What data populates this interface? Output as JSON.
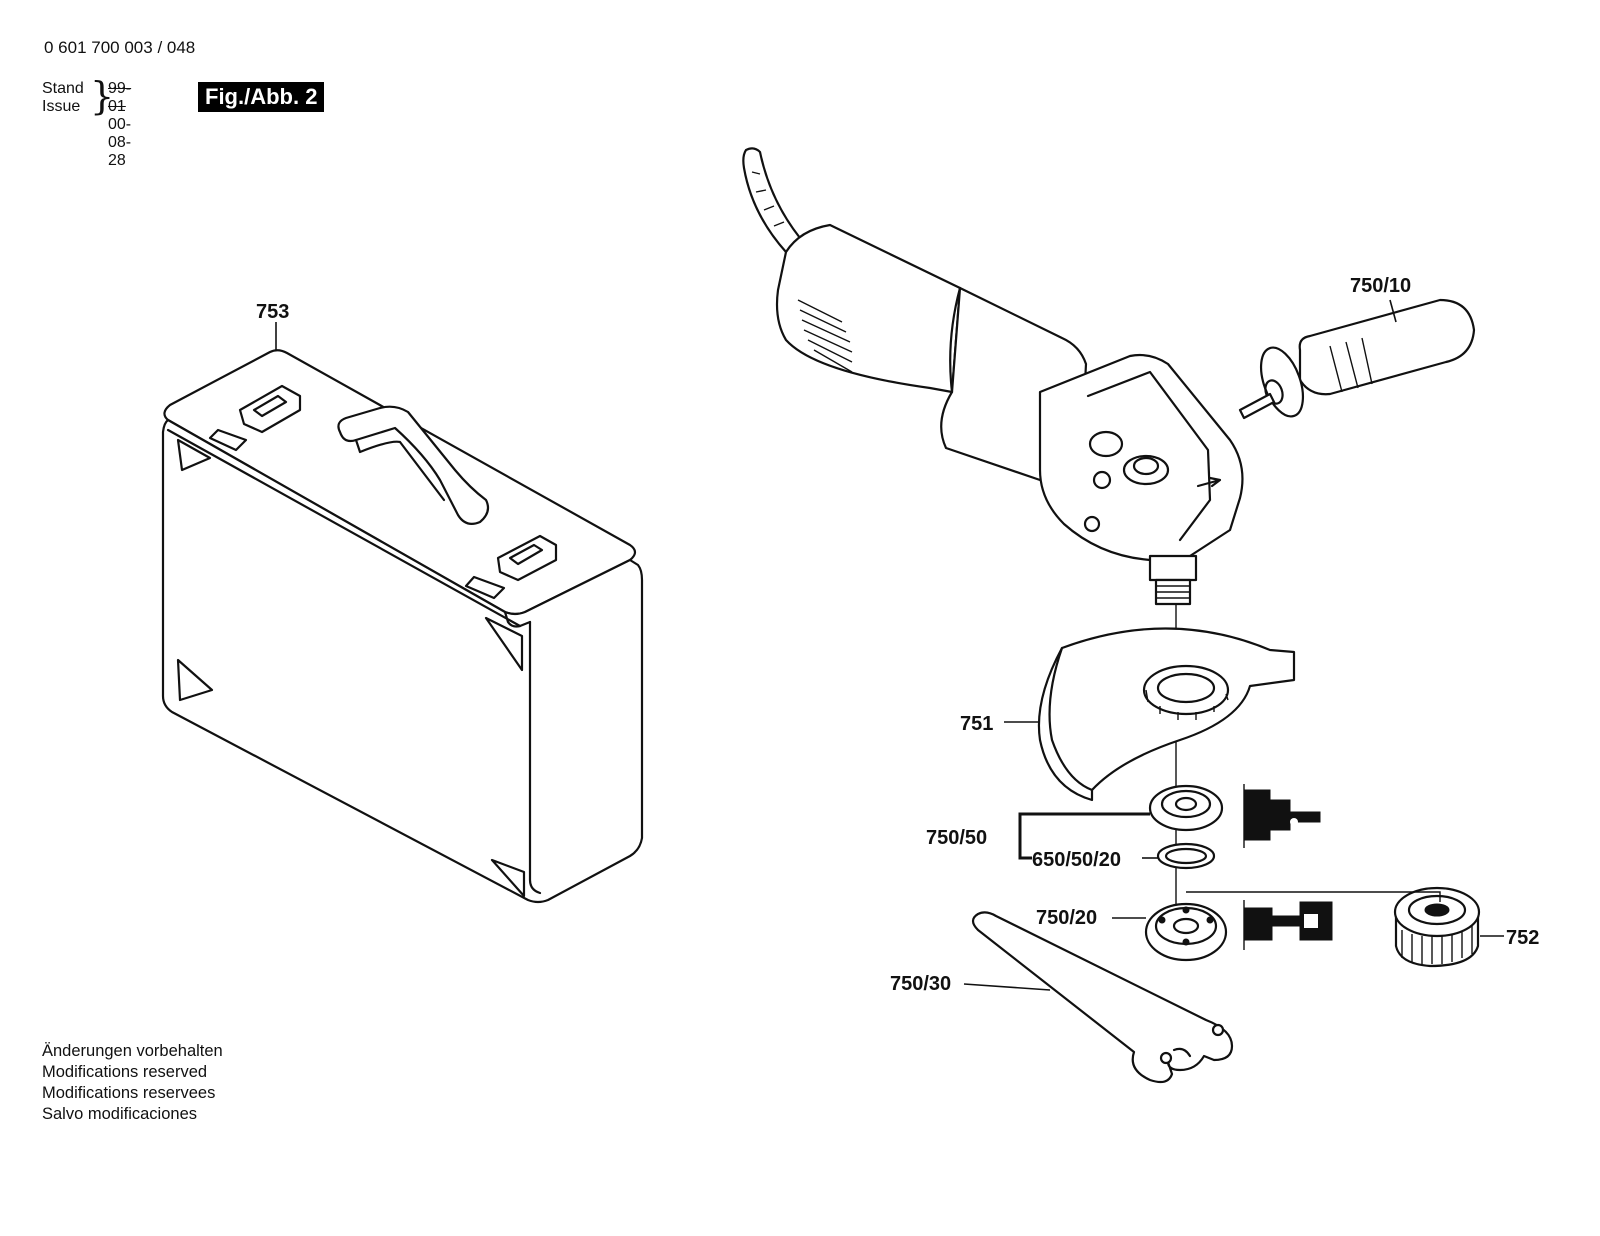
{
  "header": {
    "doc_number": "0 601 700 003 / 048",
    "stand_label": "Stand",
    "issue_label": "Issue",
    "stand_old_date": "99-01",
    "issue_date": "00-08-28",
    "figure_label": "Fig./Abb. 2"
  },
  "parts": {
    "p753": "753",
    "p750_10": "750/10",
    "p751": "751",
    "p750_50": "750/50",
    "p650_50_20": "650/50/20",
    "p750_20": "750/20",
    "p752": "752",
    "p750_30": "750/30"
  },
  "footer": {
    "notes": [
      "Änderungen vorbehalten",
      "Modifications reserved",
      "Modifications reservees",
      "Salvo modificaciones"
    ]
  }
}
